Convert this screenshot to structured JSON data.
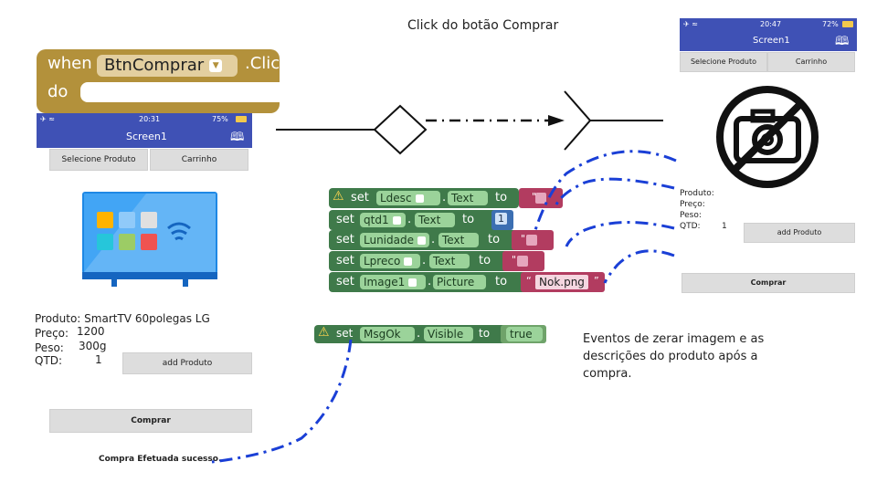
{
  "title": "Click do botão Comprar",
  "event_block": {
    "when": "when",
    "component": "BtnComprar",
    "event": ".Click",
    "do": "do"
  },
  "phone_left": {
    "time": "20:31",
    "battery": "75%",
    "screen_title": "Screen1",
    "buttons": [
      "Selecione Produto",
      "Carrinho"
    ],
    "produto": "Produto: SmartTV 60polegas LG",
    "preco_label": "Preço:",
    "preco_value": "1200",
    "peso_label": "Peso:",
    "peso_value": "300g",
    "qtd_label": "QTD:",
    "qtd_value": "1",
    "add_button": "add Produto",
    "comprar_button": "Comprar",
    "message": "Compra Efetuada sucesso."
  },
  "phone_right": {
    "time": "20:47",
    "battery": "72%",
    "screen_title": "Screen1",
    "buttons": [
      "Selecione Produto",
      "Carrinho"
    ],
    "produto_label": "Produto:",
    "preco_label": "Preço:",
    "peso_label": "Peso:",
    "qtd_label": "QTD:",
    "qtd_value": "1",
    "add_button": "add Produto",
    "comprar_button": "Comprar"
  },
  "code_blocks": [
    {
      "set": "set",
      "component": "Ldesc",
      "prop": "Text",
      "to": "to",
      "value": "\" \""
    },
    {
      "set": "set",
      "component": "qtd1",
      "prop": "Text",
      "to": "to",
      "value": "1"
    },
    {
      "set": "set",
      "component": "Lunidade",
      "prop": "Text",
      "to": "to",
      "value": "\" \""
    },
    {
      "set": "set",
      "component": "Lpreco",
      "prop": "Text",
      "to": "to",
      "value": "\" \""
    },
    {
      "set": "set",
      "component": "Image1",
      "prop": "Picture",
      "to": "to",
      "value": "Nok.png"
    }
  ],
  "msg_block": {
    "set": "set",
    "component": "MsgOk",
    "prop": "Visible",
    "to": "to",
    "value": "true"
  },
  "description": "Eventos de zerar imagem e as descrições do produto após a compra.",
  "colors": {
    "event": "#b3913b",
    "set_block": "#3f7a4a",
    "field": "#9bd39a",
    "text_block": "#b23c60",
    "number_block": "#3c6fb2",
    "logic_block": "#9bd39a",
    "appbar": "#3f51b5",
    "arrow_dash": "#1a3fd6"
  }
}
